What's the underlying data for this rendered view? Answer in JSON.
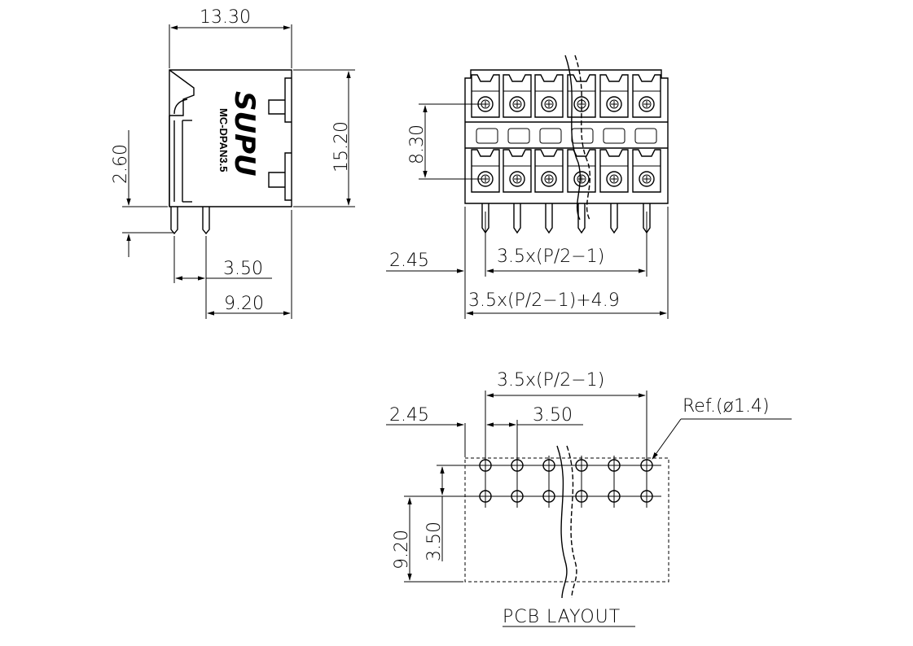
{
  "side_view": {
    "brand": "SUPU",
    "model": "MC-DPAN3.5",
    "dims": {
      "width_top": "13.30",
      "height_right": "15.20",
      "height_left": "2.60",
      "pitch": "3.50",
      "base_width": "9.20"
    }
  },
  "front_view": {
    "dims": {
      "row_spacing": "8.30",
      "edge_offset": "2.45",
      "pin_span": "3.5x(P/2−1)",
      "total_width": "3.5x(P/2−1)+4.9"
    }
  },
  "pcb_layout": {
    "title": "PCB LAYOUT",
    "dims": {
      "pin_span": "3.5x(P/2−1)",
      "edge_offset": "2.45",
      "pitch": "3.50",
      "hole": "Ref.(ø1.4)",
      "height_total": "9.20",
      "row_pitch": "3.50"
    }
  },
  "colors": {
    "line": "#000000",
    "background": "#ffffff"
  }
}
